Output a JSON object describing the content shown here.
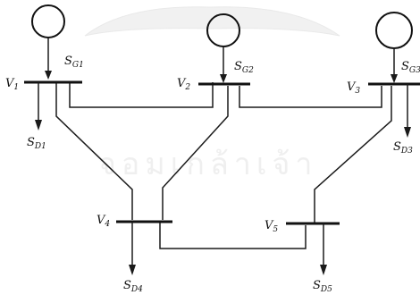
{
  "diagram": {
    "buses": [
      {
        "id": "1",
        "label": "V",
        "sub": "1"
      },
      {
        "id": "2",
        "label": "V",
        "sub": "2"
      },
      {
        "id": "3",
        "label": "V",
        "sub": "3"
      },
      {
        "id": "4",
        "label": "V",
        "sub": "4"
      },
      {
        "id": "5",
        "label": "V",
        "sub": "5"
      }
    ],
    "generators": [
      {
        "label": "S",
        "sub": "G1"
      },
      {
        "label": "S",
        "sub": "G2"
      },
      {
        "label": "S",
        "sub": "G3"
      }
    ],
    "loads": [
      {
        "label": "S",
        "sub": "D1"
      },
      {
        "label": "S",
        "sub": "D3"
      },
      {
        "label": "S",
        "sub": "D4"
      },
      {
        "label": "S",
        "sub": "D5"
      }
    ],
    "watermark_text": "จอมเกล้าเจ้า"
  }
}
